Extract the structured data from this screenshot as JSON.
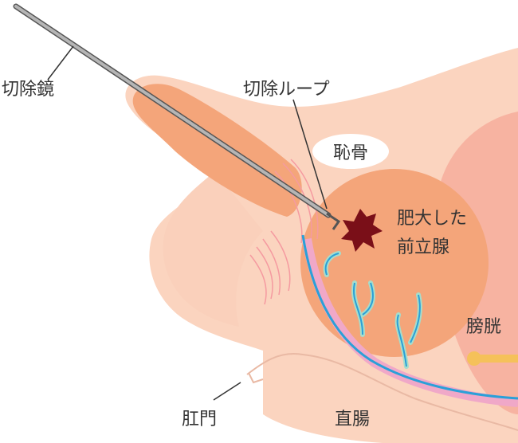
{
  "labels": {
    "resectoscope": "切除鏡",
    "resection_loop": "切除ループ",
    "pubic_bone": "恥骨",
    "enlarged_prostate_line1": "肥大した",
    "enlarged_prostate_line2": "前立腺",
    "bladder": "膀胱",
    "anus": "肛門",
    "rectum": "直腸"
  },
  "colors": {
    "skin": "#fbd4bf",
    "penis_inner": "#f4a57a",
    "prostate": "#f4a57a",
    "bladder": "#f7b3a1",
    "pubic_bone": "#ffffff",
    "urethra": "#2aa0d8",
    "vessels": "#a6ddcc",
    "pink_tissue": "#f0a8c8",
    "tumor": "#7a0f18",
    "scope": "#9b9b9b",
    "ureter": "#f5c15a"
  },
  "icons": {
    "resection_point": "starburst-lesion-icon"
  }
}
